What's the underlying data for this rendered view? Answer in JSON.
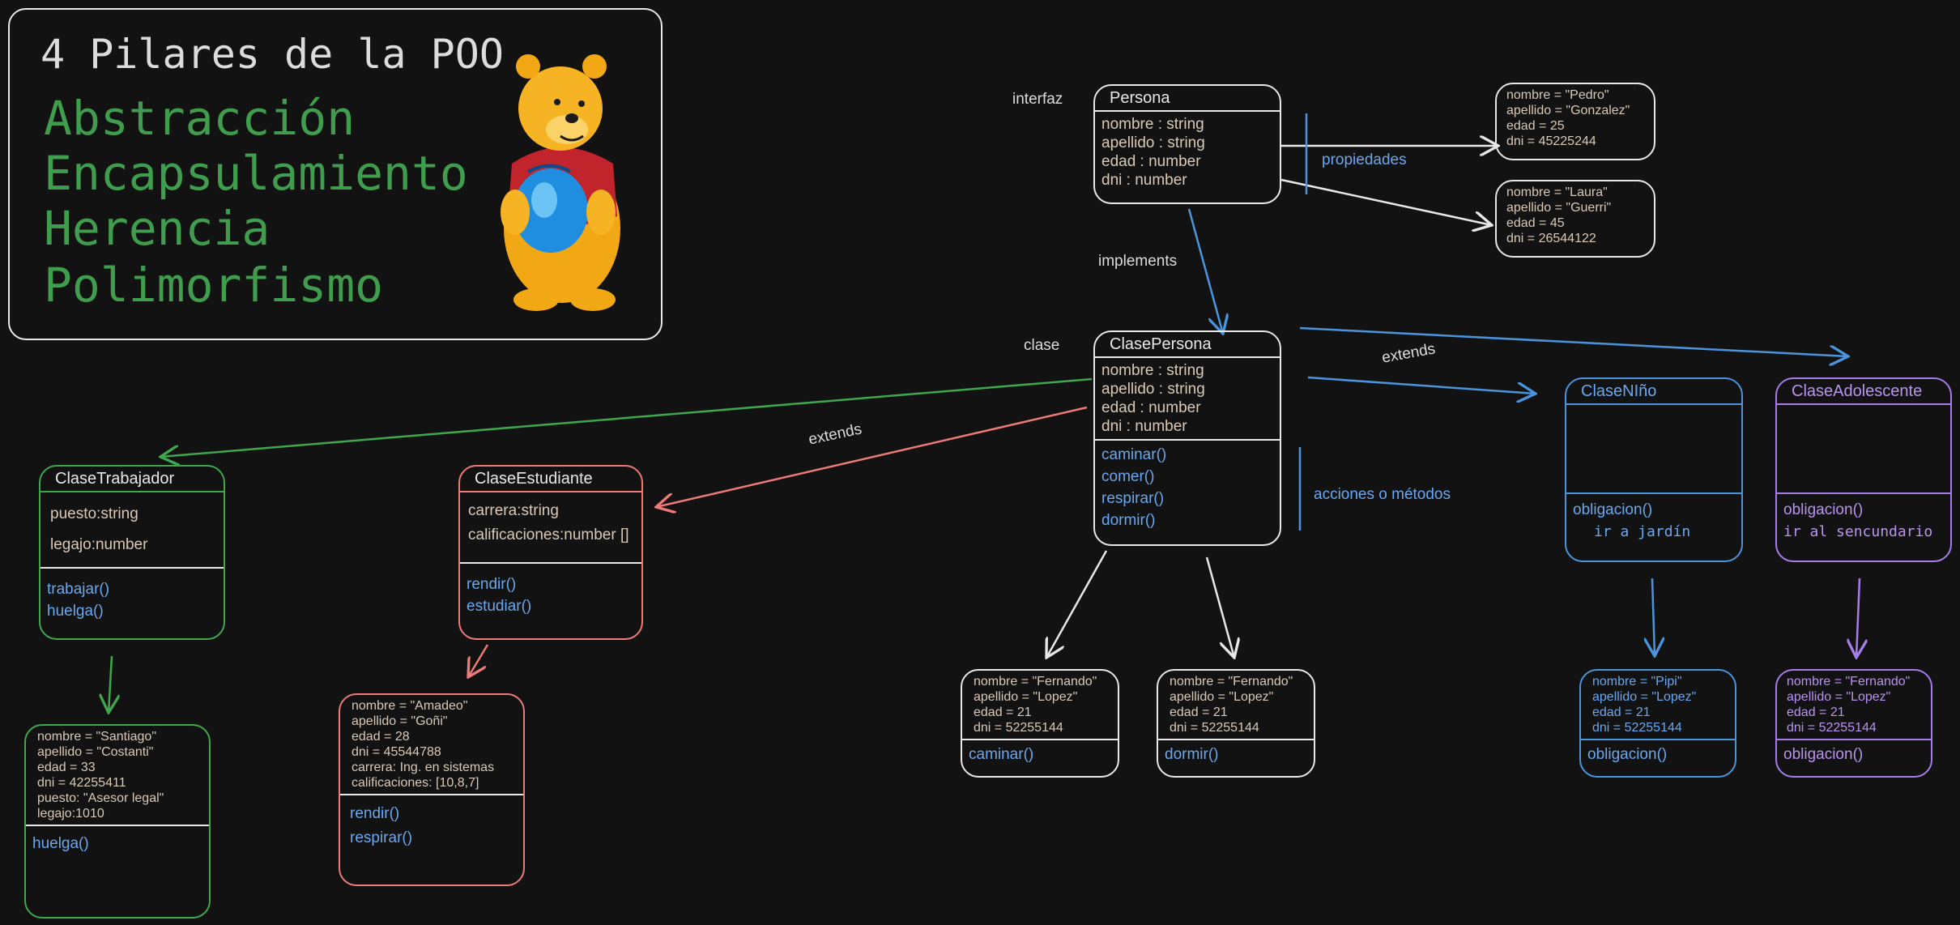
{
  "title": {
    "heading": "4 Pilares de la POO",
    "pillars": [
      "Abstracción",
      "Encapsulamiento",
      "Herencia",
      "Polimorfismo"
    ]
  },
  "labels": {
    "interfaz": "interfaz",
    "clase": "clase",
    "implements": "implements",
    "extends_left": "extends",
    "extends_right": "extends",
    "propiedades": "propiedades",
    "acciones": "acciones o métodos"
  },
  "persona": {
    "title": "Persona",
    "props": [
      "nombre : string",
      "apellido : string",
      "edad : number",
      "dni : number"
    ]
  },
  "clasePersona": {
    "title": "ClasePersona",
    "props": [
      "nombre : string",
      "apellido : string",
      "edad : number",
      "dni : number"
    ],
    "methods": [
      "caminar()",
      "comer()",
      "respirar()",
      "dormir()"
    ]
  },
  "pedro": {
    "lines": [
      "nombre = \"Pedro\"",
      "apellido = \"Gonzalez\"",
      "edad = 25",
      "dni = 45225244"
    ]
  },
  "laura": {
    "lines": [
      "nombre = \"Laura\"",
      "apellido = \"Guerri\"",
      "edad = 45",
      "dni = 26544122"
    ]
  },
  "trabajador": {
    "title": "ClaseTrabajador",
    "props": [
      "puesto:string",
      "legajo:number"
    ],
    "methods": [
      "trabajar()",
      "huelga()"
    ]
  },
  "estudiante": {
    "title": "ClaseEstudiante",
    "props": [
      "carrera:string",
      "calificaciones:number []"
    ],
    "methods": [
      "rendir()",
      "estudiar()"
    ]
  },
  "nino": {
    "title": "ClaseNIño",
    "method": "obligacion()",
    "code": "ir a jardín"
  },
  "adolescente": {
    "title": "ClaseAdolescente",
    "method": "obligacion()",
    "code": "ir al sencundario"
  },
  "santiago": {
    "lines": [
      "nombre = \"Santiago\"",
      "apellido = \"Costanti\"",
      "edad = 33",
      "dni = 42255411",
      "puesto: \"Asesor legal\"",
      "legajo:1010"
    ],
    "method": "huelga()"
  },
  "amadeo": {
    "lines": [
      "nombre = \"Amadeo\"",
      "apellido = \"Goñi\"",
      "edad = 28",
      "dni = 45544788",
      "carrera: Ing. en sistemas",
      "calificaciones: [10,8,7]"
    ],
    "methods": [
      "rendir()",
      "respirar()"
    ]
  },
  "fernando1": {
    "lines": [
      "nombre = \"Fernando\"",
      "apellido = \"Lopez\"",
      "edad = 21",
      "dni = 52255144"
    ],
    "method": "caminar()"
  },
  "fernando2": {
    "lines": [
      "nombre = \"Fernando\"",
      "apellido = \"Lopez\"",
      "edad = 21",
      "dni = 52255144"
    ],
    "method": "dormir()"
  },
  "pipi": {
    "lines": [
      "nombre = \"Pipi\"",
      "apellido = \"Lopez\"",
      "edad = 21",
      "dni = 52255144"
    ],
    "method": "obligacion()"
  },
  "fernando3": {
    "lines": [
      "nombre = \"Fernando\"",
      "apellido = \"Lopez\"",
      "edad = 21",
      "dni = 52255144"
    ],
    "method": "obligacion()"
  },
  "colors": {
    "white": "#e8e8e8",
    "green": "#3fa84f",
    "red": "#ee7b78",
    "blue": "#4a95dd",
    "purple": "#a77ee9",
    "methodText": "#69a8ef"
  }
}
